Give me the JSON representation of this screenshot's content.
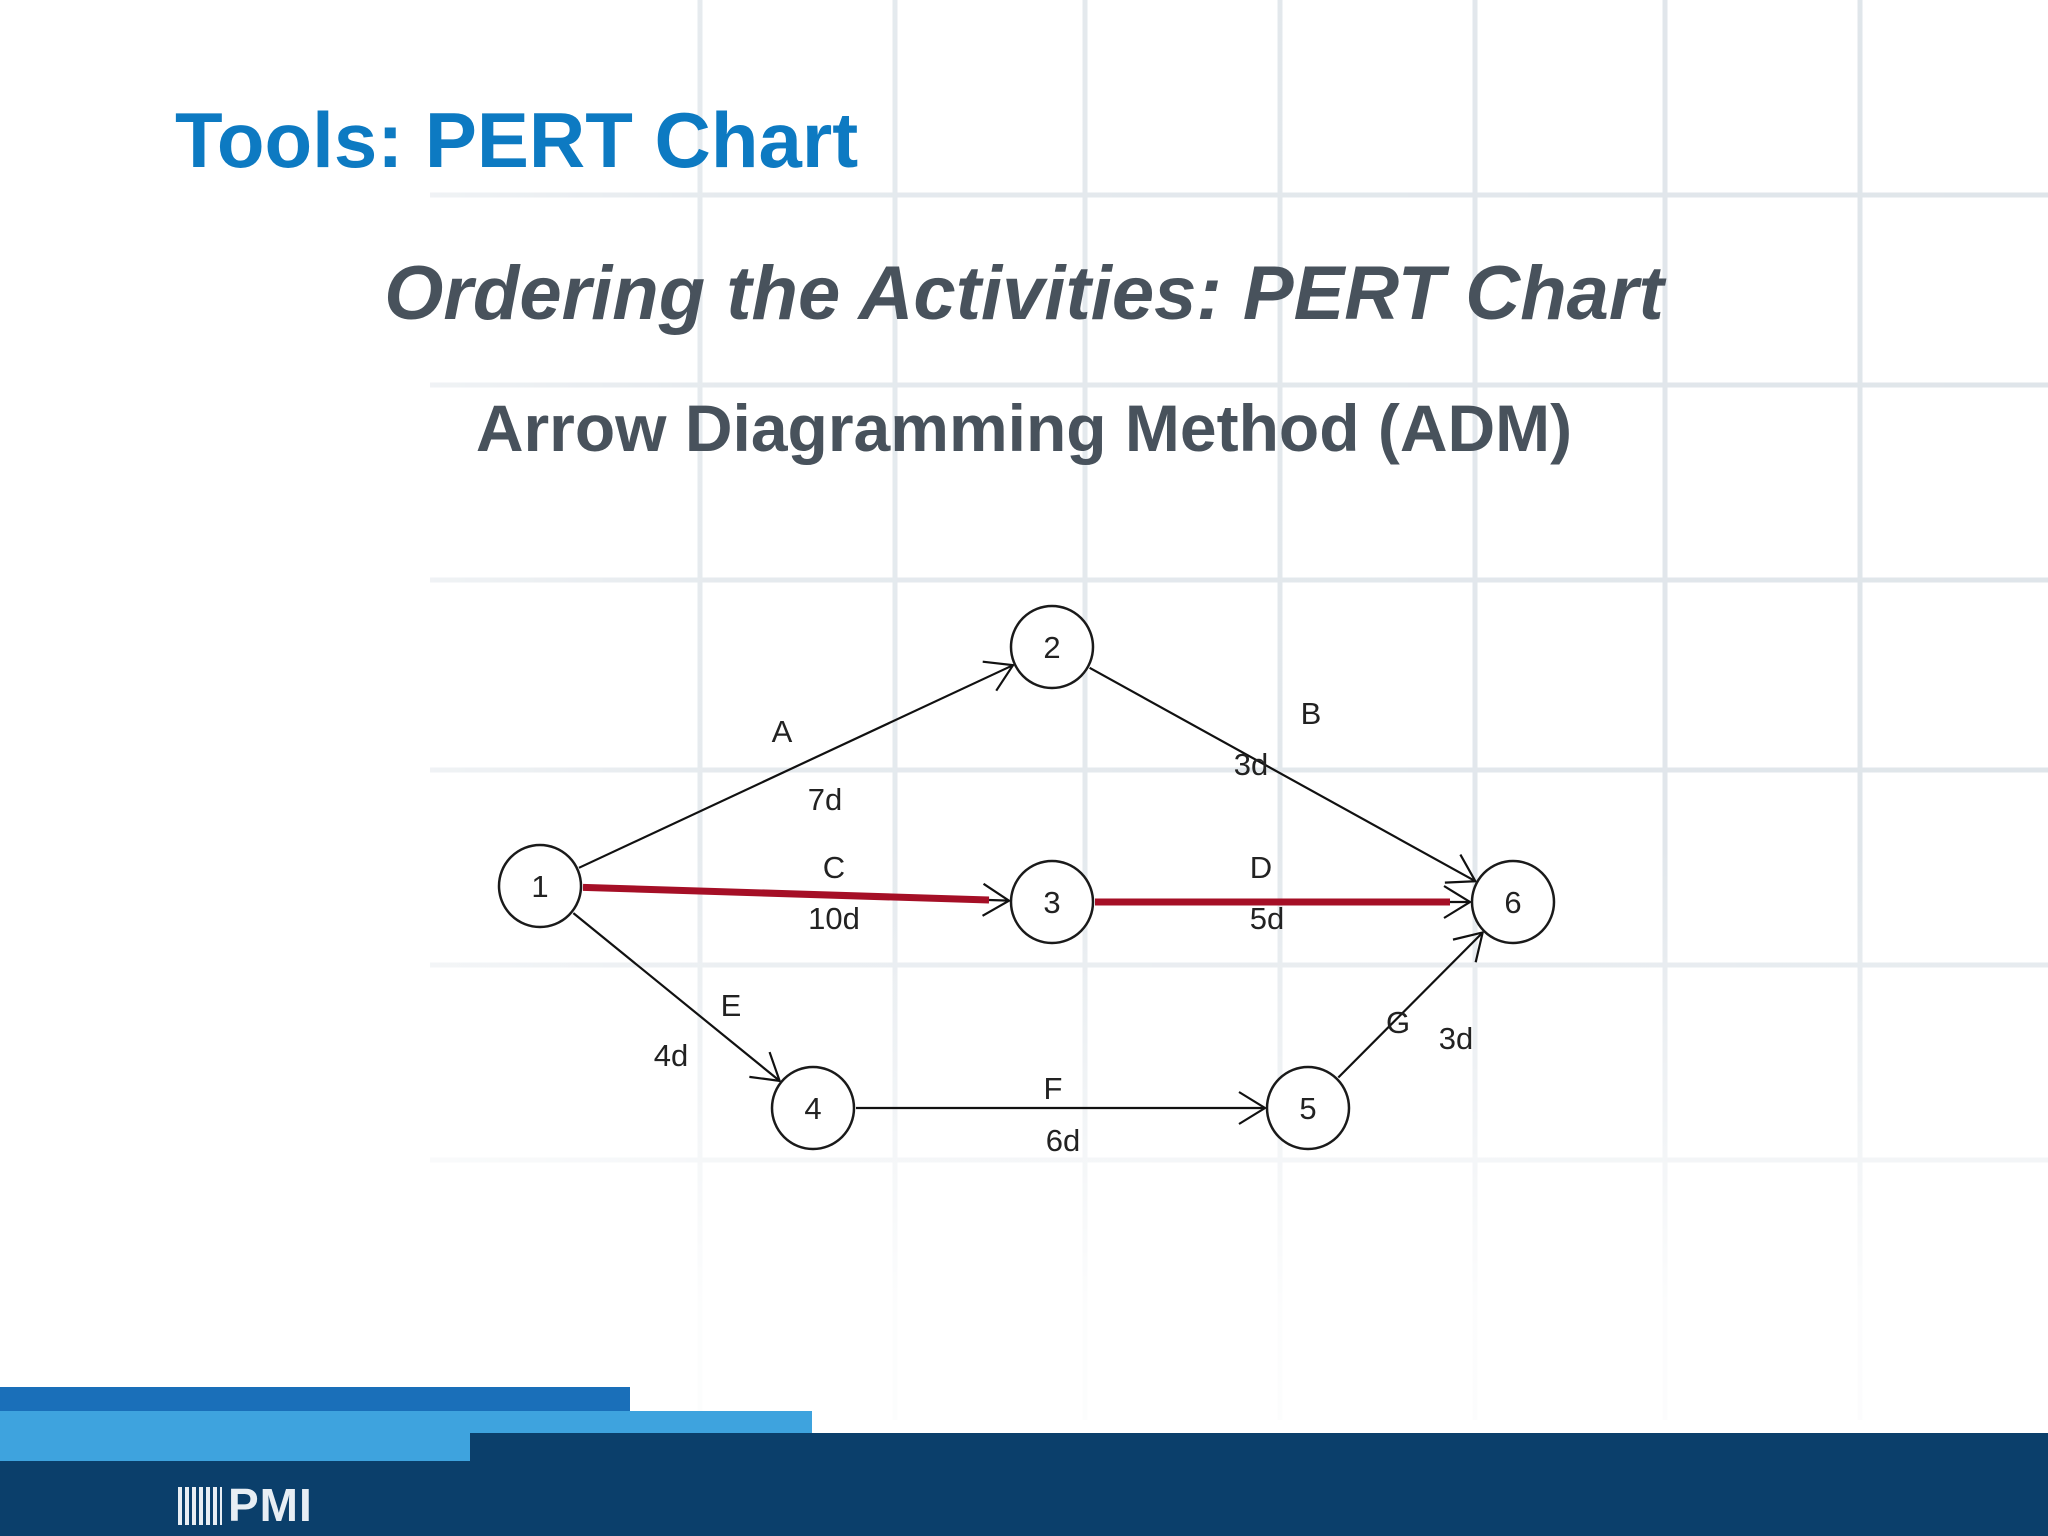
{
  "slide": {
    "title": "Tools: PERT Chart",
    "subtitle": "Ordering the Activities: PERT Chart",
    "subtitle2": "Arrow Diagramming Method (ADM)"
  },
  "diagram": {
    "nodes": [
      {
        "id": "1",
        "label": "1"
      },
      {
        "id": "2",
        "label": "2"
      },
      {
        "id": "3",
        "label": "3"
      },
      {
        "id": "4",
        "label": "4"
      },
      {
        "id": "5",
        "label": "5"
      },
      {
        "id": "6",
        "label": "6"
      }
    ],
    "edges": [
      {
        "from": "1",
        "to": "2",
        "activity": "A",
        "duration": "7d",
        "critical": false
      },
      {
        "from": "2",
        "to": "6",
        "activity": "B",
        "duration": "3d",
        "critical": false
      },
      {
        "from": "1",
        "to": "3",
        "activity": "C",
        "duration": "10d",
        "critical": true
      },
      {
        "from": "3",
        "to": "6",
        "activity": "D",
        "duration": "5d",
        "critical": true
      },
      {
        "from": "1",
        "to": "4",
        "activity": "E",
        "duration": "4d",
        "critical": false
      },
      {
        "from": "4",
        "to": "5",
        "activity": "F",
        "duration": "6d",
        "critical": false
      },
      {
        "from": "5",
        "to": "6",
        "activity": "G",
        "duration": "3d",
        "critical": false
      }
    ],
    "critical_color": "#a50f26"
  },
  "colors": {
    "title": "#0d7ac2",
    "subtitle": "#48525c",
    "footer_dark": "#0b3f6b",
    "footer_mid": "#1a6fb9",
    "footer_light": "#3ea3de"
  },
  "footer": {
    "logo": "PMI"
  }
}
